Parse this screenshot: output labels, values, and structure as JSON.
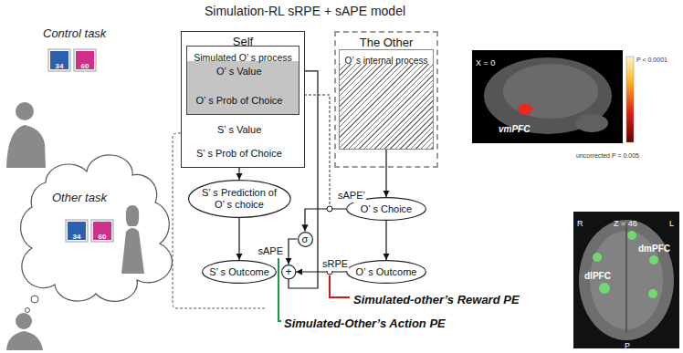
{
  "diagram": {
    "title": "Simulation-RL sRPE + sAPE model",
    "nodes": [
      {
        "text": [
          "Self"
        ]
      },
      {
        "text": [
          "Simulated O’ s process"
        ],
        "in": 0
      },
      {
        "text": [
          "O’ s Value"
        ],
        "in": 1
      },
      {
        "text": [
          "O’ s Prob of Choice"
        ],
        "in": 1
      },
      {
        "text": [
          "S’ s Value"
        ],
        "in": 0
      },
      {
        "text": [
          "S’ s Prob of Choice"
        ],
        "in": 0
      },
      {
        "text": [
          "The Other"
        ]
      },
      {
        "text": [
          "O’ s internal process"
        ],
        "in": 6
      },
      {
        "text": [
          "S’ s Prediction of O’ s choice"
        ]
      },
      {
        "text": [
          "S’ s Outcome"
        ]
      },
      {
        "text": [
          "O’ s Choice"
        ]
      },
      {
        "text": [
          "O’ s Outcome"
        ]
      },
      {
        "text": [
          "σ"
        ]
      },
      {
        "text": [
          "+"
        ]
      }
    ],
    "edges": [
      {
        "from": 2,
        "to": 3,
        "arrow": "to"
      },
      {
        "from": 3,
        "to": 4,
        "arrow": "to"
      },
      {
        "from": 4,
        "to": 5,
        "arrow": "to"
      },
      {
        "from": 5,
        "to": 8,
        "arrow": "to"
      },
      {
        "from": 8,
        "to": 9,
        "arrow": "to"
      },
      {
        "from": 7,
        "to": 10,
        "arrow": "to"
      },
      {
        "from": 10,
        "to": 11,
        "arrow": "to"
      },
      {
        "from": 10,
        "to": 12,
        "label": "sAPE’",
        "arrow": "to"
      },
      {
        "from": 11,
        "to": 13,
        "label": "sRPE",
        "arrow": "to"
      },
      {
        "from": 12,
        "to": 13,
        "label": "sAPE",
        "arrow": "to"
      },
      {
        "from": 13,
        "to": 2,
        "arrow": "to"
      }
    ],
    "labels": [
      "Control task",
      "34",
      "60",
      "Other task",
      "34",
      "60",
      "X = 0",
      "vmPFC",
      "P < 0.0001",
      "uncorrected P = 0.005",
      "R",
      "Z = 46",
      "L",
      "dmPFC",
      "dlPFC",
      "P",
      "Simulated-other’s Reward PE",
      "Simulated-Other’s Action PE"
    ]
  }
}
